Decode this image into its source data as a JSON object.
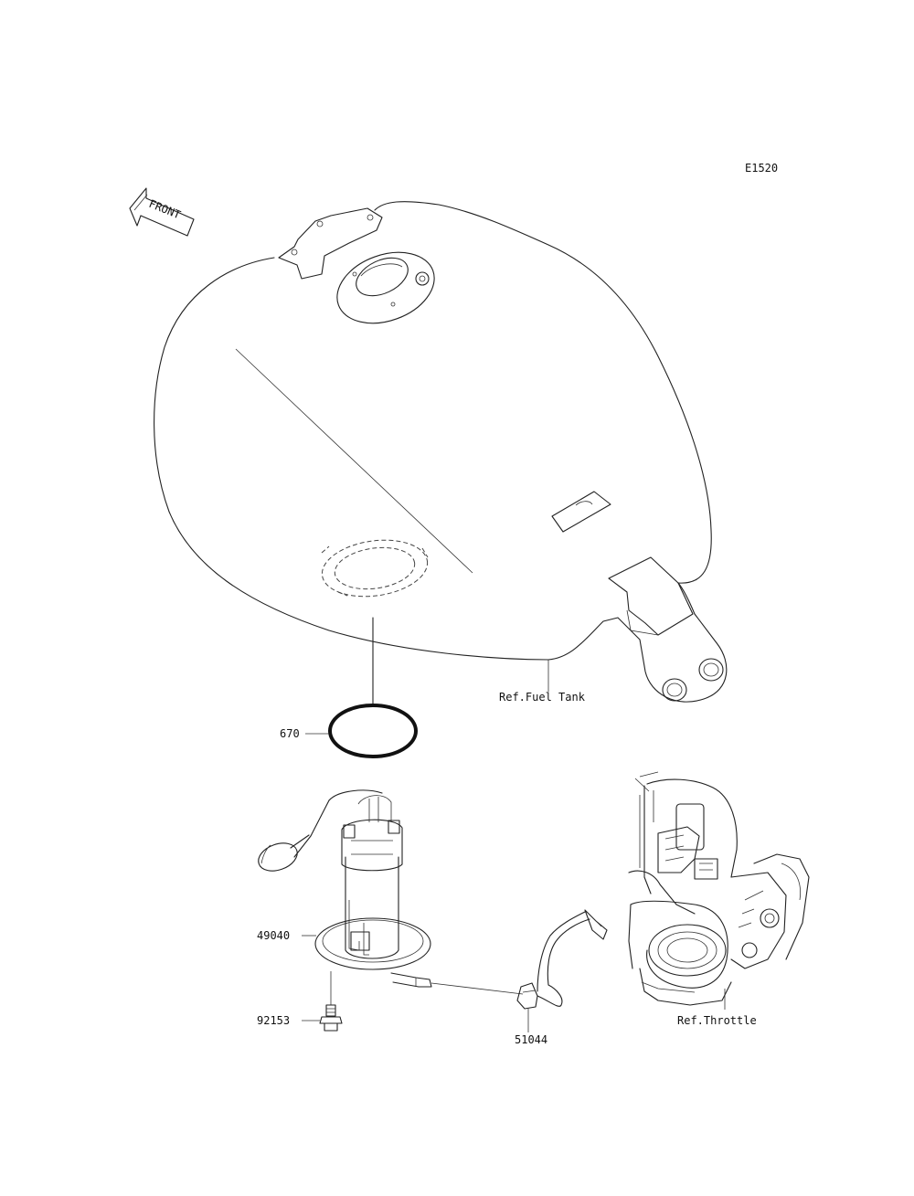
{
  "diagram_code": "E1520",
  "front_label": "FRONT",
  "refs": {
    "fuel_tank": "Ref.Fuel Tank",
    "throttle": "Ref.Throttle"
  },
  "parts": {
    "oring": "670",
    "fuel_pump": "49040",
    "bolt": "92153",
    "hose": "51044"
  }
}
